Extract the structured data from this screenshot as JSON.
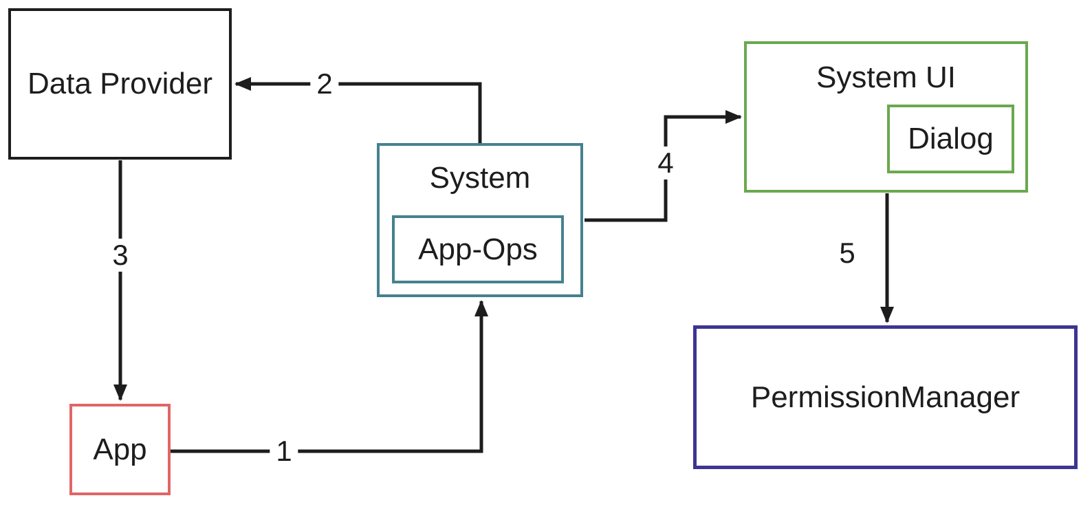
{
  "diagram": {
    "arrow_color": "#1d1d1d",
    "nodes": {
      "data_provider": {
        "label": "Data Provider",
        "border_color": "#1d1d1d"
      },
      "app": {
        "label": "App",
        "border_color": "#e06666"
      },
      "system": {
        "label": "System",
        "border_color": "#45818e"
      },
      "app_ops": {
        "label": "App-Ops",
        "border_color": "#45818e"
      },
      "system_ui": {
        "label": "System UI",
        "border_color": "#6aa84f"
      },
      "dialog": {
        "label": "Dialog",
        "border_color": "#6aa84f"
      },
      "permission_manager": {
        "label": "PermissionManager",
        "border_color": "#3d3591"
      }
    },
    "edges": [
      {
        "label": "1",
        "from": "App",
        "to": "System"
      },
      {
        "label": "2",
        "from": "System",
        "to": "Data Provider"
      },
      {
        "label": "3",
        "from": "Data Provider",
        "to": "App"
      },
      {
        "label": "4",
        "from": "System",
        "to": "System UI"
      },
      {
        "label": "5",
        "from": "System UI",
        "to": "PermissionManager"
      }
    ]
  }
}
